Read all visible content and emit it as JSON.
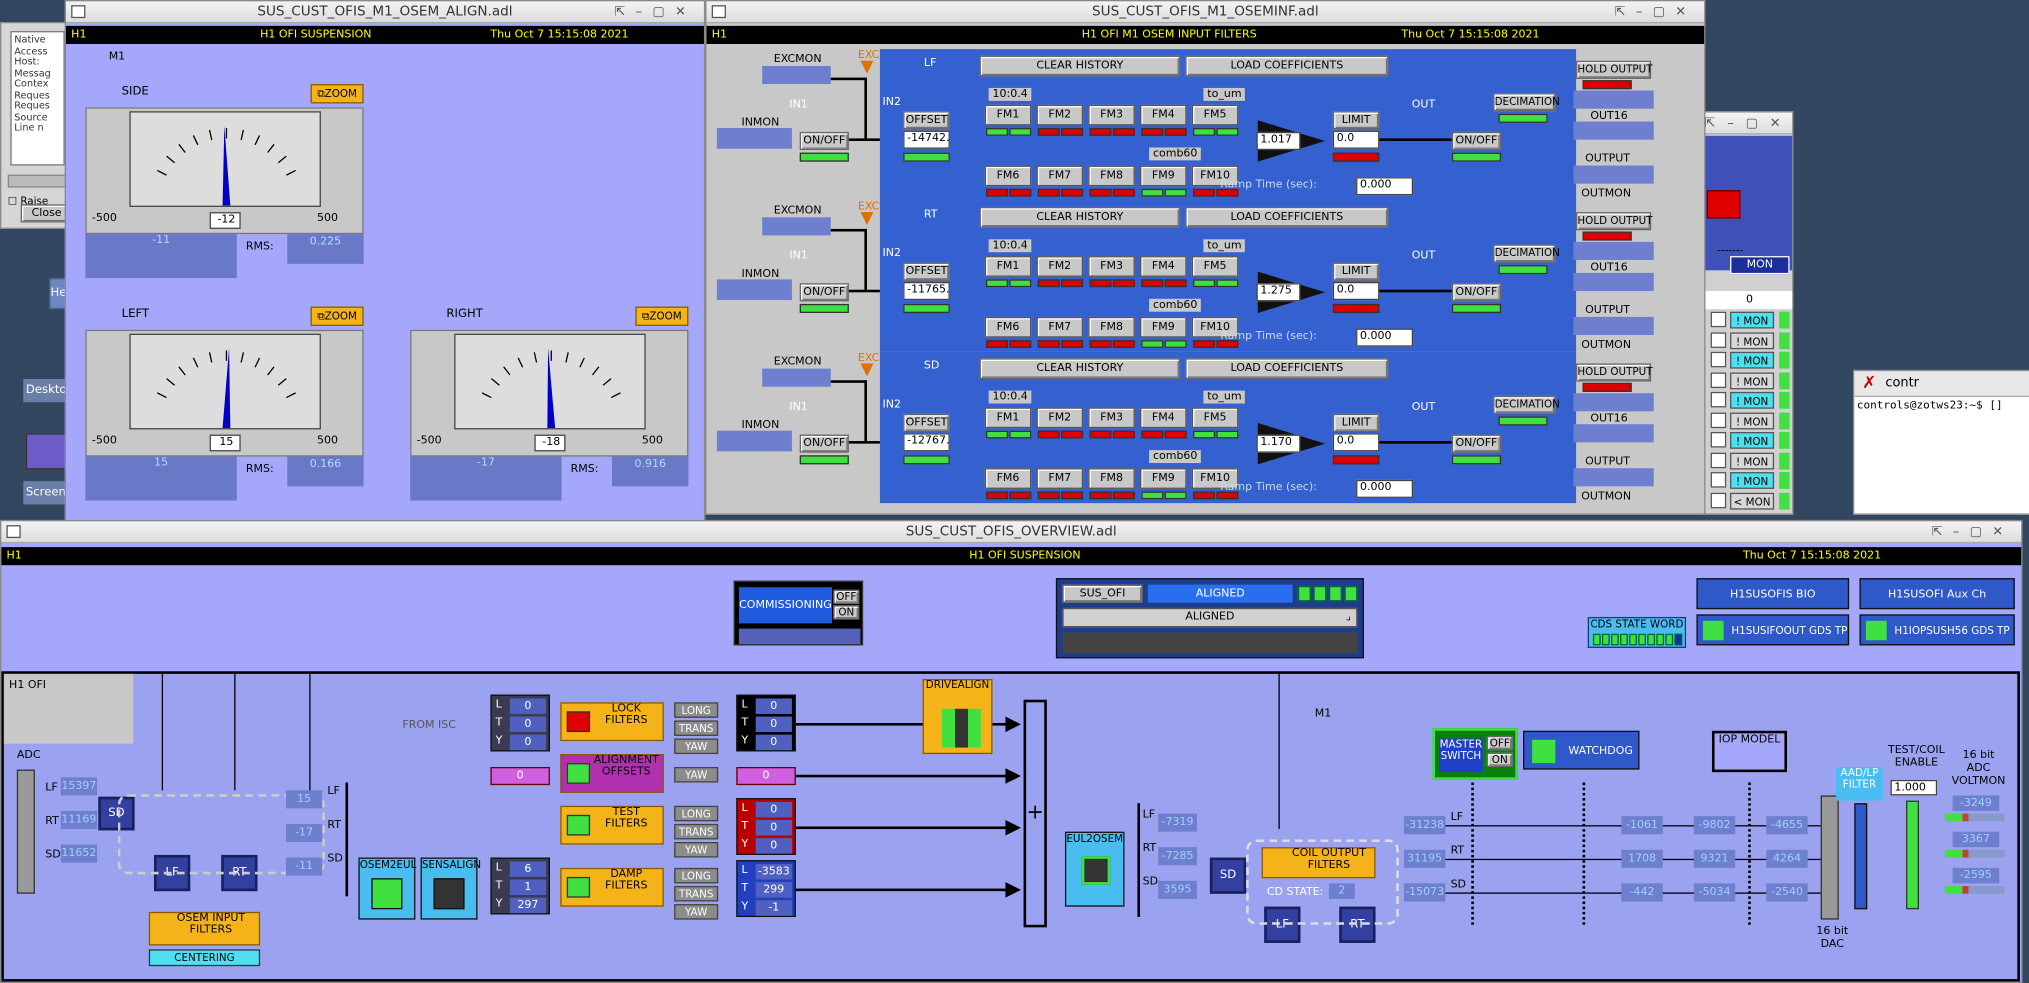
{
  "desktop": {
    "terminal_prompt": "controls@zotws23:~$ []",
    "terminal_title": "contr",
    "side_labels": [
      "Native",
      "Access",
      "Host:",
      "Messag",
      "Contex",
      "Reques",
      "Reques",
      "Source",
      "Line n"
    ],
    "raise": "Raise",
    "close": "Close",
    "desktop_label": "Deskto",
    "screen_label": "Screen",
    "he_label": "He",
    "mon_items": [
      "! MON",
      "! MON",
      "! MON",
      "! MON",
      "! MON",
      "! MON",
      "! MON",
      "! MON",
      "! MON",
      "< MON"
    ],
    "mon_count": "0",
    "mon_label": "MON",
    "mon_dashes": "-------"
  },
  "align": {
    "title": "SUS_CUST_OFIS_M1_OSEM_ALIGN.adl",
    "h1": "H1",
    "heading": "H1 OFI SUSPENSION",
    "date": "Thu Oct  7 15:15:08 2021",
    "m1": "M1",
    "zoom": "ZOOM",
    "rms_label": "RMS:",
    "min": "-500",
    "max": "500",
    "meters": [
      {
        "name": "SIDE",
        "setpoint": "-12",
        "readback": "-11",
        "rms": "0.225"
      },
      {
        "name": "LEFT",
        "setpoint": "15",
        "readback": "15",
        "rms": "0.166"
      },
      {
        "name": "RIGHT",
        "setpoint": "-18",
        "readback": "-17",
        "rms": "0.916"
      }
    ]
  },
  "inf": {
    "title": "SUS_CUST_OFIS_M1_OSEMINF.adl",
    "h1": "H1",
    "heading": "H1 OFI M1 OSEM INPUT FILTERS",
    "date": "Thu Oct  7 15:15:08 2021",
    "labels": {
      "excmon": "EXCMON",
      "exc": "EXC",
      "inmon": "INMON",
      "in1": "IN1",
      "in2": "IN2",
      "onoff": "ON/OFF",
      "offset": "OFFSET",
      "clear": "CLEAR HISTORY",
      "load": "LOAD COEFFICIENTS",
      "limit": "LIMIT",
      "out": "OUT",
      "decimation": "DECIMATION",
      "hold": "HOLD OUTPUT",
      "out16": "OUT16",
      "output": "OUTPUT",
      "outmon": "OUTMON",
      "ramp": "Ramp Time (sec):",
      "ratio": "10:0.4",
      "to_um": "to_um",
      "comb": "comb60"
    },
    "fm_labels": [
      "FM1",
      "FM2",
      "FM3",
      "FM4",
      "FM5",
      "FM6",
      "FM7",
      "FM8",
      "FM9",
      "FM10"
    ],
    "rows": [
      {
        "name": "LF",
        "offset": "-14742.",
        "gain": "1.017",
        "limit": "0.0",
        "ramp": "0.000"
      },
      {
        "name": "RT",
        "offset": "-11765.",
        "gain": "1.275",
        "limit": "0.0",
        "ramp": "0.000"
      },
      {
        "name": "SD",
        "offset": "-12767.",
        "gain": "1.170",
        "limit": "0.0",
        "ramp": "0.000"
      }
    ]
  },
  "ov": {
    "title": "SUS_CUST_OFIS_OVERVIEW.adl",
    "h1": "H1",
    "heading": "H1 OFI SUSPENSION",
    "date": "Thu Oct  7 15:15:08 2021",
    "commissioning": "COMMISSIONING",
    "off": "OFF",
    "on": "ON",
    "guardian_name": "SUS_OFI",
    "guardian_state": "ALIGNED",
    "guardian_request": "ALIGNED",
    "bio": "H1SUSOFIS BIO",
    "aux": "H1SUSOFI Aux Ch",
    "gds1": "H1SUSIFOOUT GDS TP",
    "gds2": "H1IOPSUSH56 GDS TP",
    "cds": "CDS STATE WORD",
    "corner": "H1   OFI",
    "adc": "ADC",
    "from_isc": "FROM ISC",
    "m1": "M1",
    "adc_vals": [
      {
        "k": "LF",
        "v": "15397"
      },
      {
        "k": "RT",
        "v": "11169"
      },
      {
        "k": "SD",
        "v": "11652"
      }
    ],
    "sens_vals": [
      "15",
      "-17",
      "-11"
    ],
    "lf": "LF",
    "rt": "RT",
    "sd": "SD",
    "osem2eul": "OSEM2EUL",
    "sensalign": "SENSALIGN",
    "osem_filters": "OSEM INPUT FILTERS",
    "centering": "CENTERING",
    "lty_top": [
      "0",
      "0",
      "0"
    ],
    "lty_sens": [
      "6",
      "1",
      "297"
    ],
    "lock": "LOCK FILTERS",
    "align_off": "ALIGNMENT OFFSETS",
    "test": "TEST FILTERS",
    "damp": "DAMP FILTERS",
    "long": "LONG",
    "trans": "TRANS",
    "yaw": "YAW",
    "y_val": "0",
    "y_out": "0",
    "lock_out": [
      "0",
      "0",
      "0"
    ],
    "test_out": [
      "0",
      "0",
      "0"
    ],
    "damp_out": [
      "-3583",
      "299",
      "-1"
    ],
    "drivealign": "DRIVEALIGN",
    "eul2osem": "EUL2OSEM",
    "eul_out": [
      "-7319",
      "-7285",
      "3595"
    ],
    "coil": "COIL OUTPUT FILTERS",
    "cd_state": "CD STATE:",
    "cd_val": "2",
    "master": "MASTER SWITCH",
    "watchdog": "WATCHDOG",
    "iop": "IOP MODEL",
    "coil_in": [
      "-31238",
      "31195",
      "-15073"
    ],
    "col1": [
      "-1061",
      "1708",
      "-442"
    ],
    "col2": [
      "-9802",
      "9321",
      "-5034"
    ],
    "col3": [
      "-4655",
      "4264",
      "-2540"
    ],
    "test_coil": "TEST/COIL ENABLE",
    "aa_lp": "AAD/LP FILTER",
    "dac": "16 bit DAC",
    "adc_volt": "16 bit ADC VOLTMON",
    "tc_val": "1.000",
    "volt": [
      "-3249",
      "3367",
      "-2595"
    ]
  }
}
